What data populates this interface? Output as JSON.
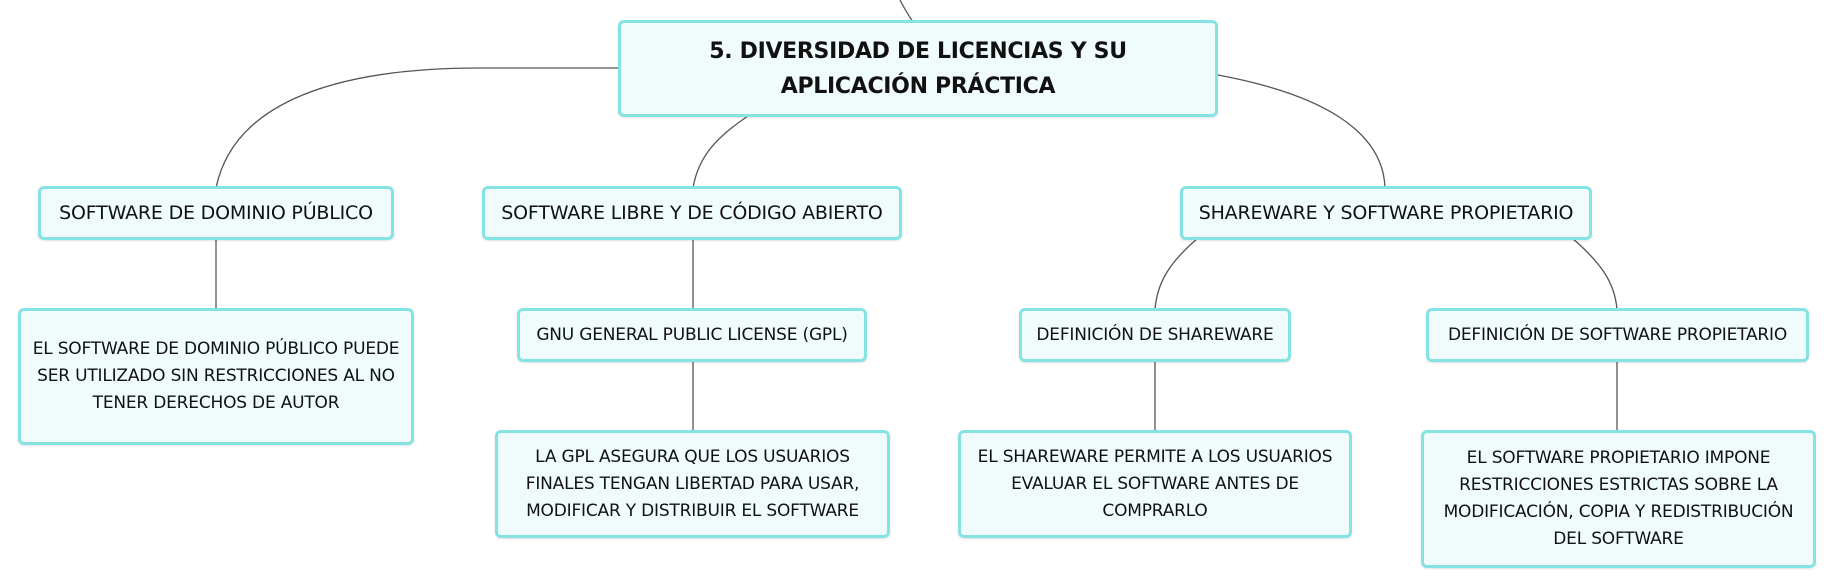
{
  "root": {
    "title": "5. DIVERSIDAD DE LICENCIAS Y SU APLICACIÓN PRÁCTICA"
  },
  "categories": [
    {
      "title": "SOFTWARE DE DOMINIO PÚBLICO",
      "detail": "EL SOFTWARE DE DOMINIO PÚBLICO PUEDE SER UTILIZADO SIN RESTRICCIONES AL NO TENER DERECHOS DE AUTOR"
    },
    {
      "title": "SOFTWARE LIBRE Y DE CÓDIGO ABIERTO",
      "subtopic": "GNU GENERAL PUBLIC LICENSE (GPL)",
      "detail": "LA GPL ASEGURA QUE LOS USUARIOS FINALES TENGAN LIBERTAD PARA USAR, MODIFICAR Y DISTRIBUIR EL SOFTWARE"
    },
    {
      "title": "SHAREWARE Y SOFTWARE PROPIETARIO",
      "subtopics": [
        {
          "title": "DEFINICIÓN DE SHAREWARE",
          "detail": "EL SHAREWARE PERMITE A LOS USUARIOS EVALUAR EL SOFTWARE ANTES DE COMPRARLO"
        },
        {
          "title": "DEFINICIÓN DE SOFTWARE PROPIETARIO",
          "detail": "EL SOFTWARE PROPIETARIO IMPONE RESTRICCIONES ESTRICTAS SOBRE LA MODIFICACIÓN, COPIA Y REDISTRIBUCIÓN DEL SOFTWARE"
        }
      ]
    }
  ]
}
